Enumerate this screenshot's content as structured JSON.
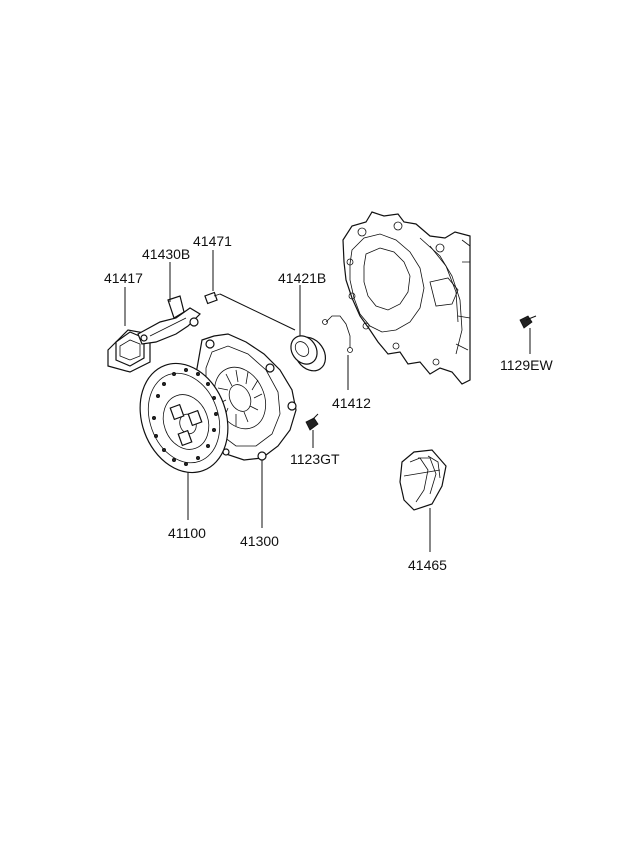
{
  "diagram": {
    "part_labels": {
      "p41471": "41471",
      "p41430b": "41430B",
      "p41417": "41417",
      "p41421b": "41421B",
      "p41412": "41412",
      "p1129ew": "1129EW",
      "p1123gt": "1123GT",
      "p41100": "41100",
      "p41300": "41300",
      "p41465": "41465"
    }
  }
}
